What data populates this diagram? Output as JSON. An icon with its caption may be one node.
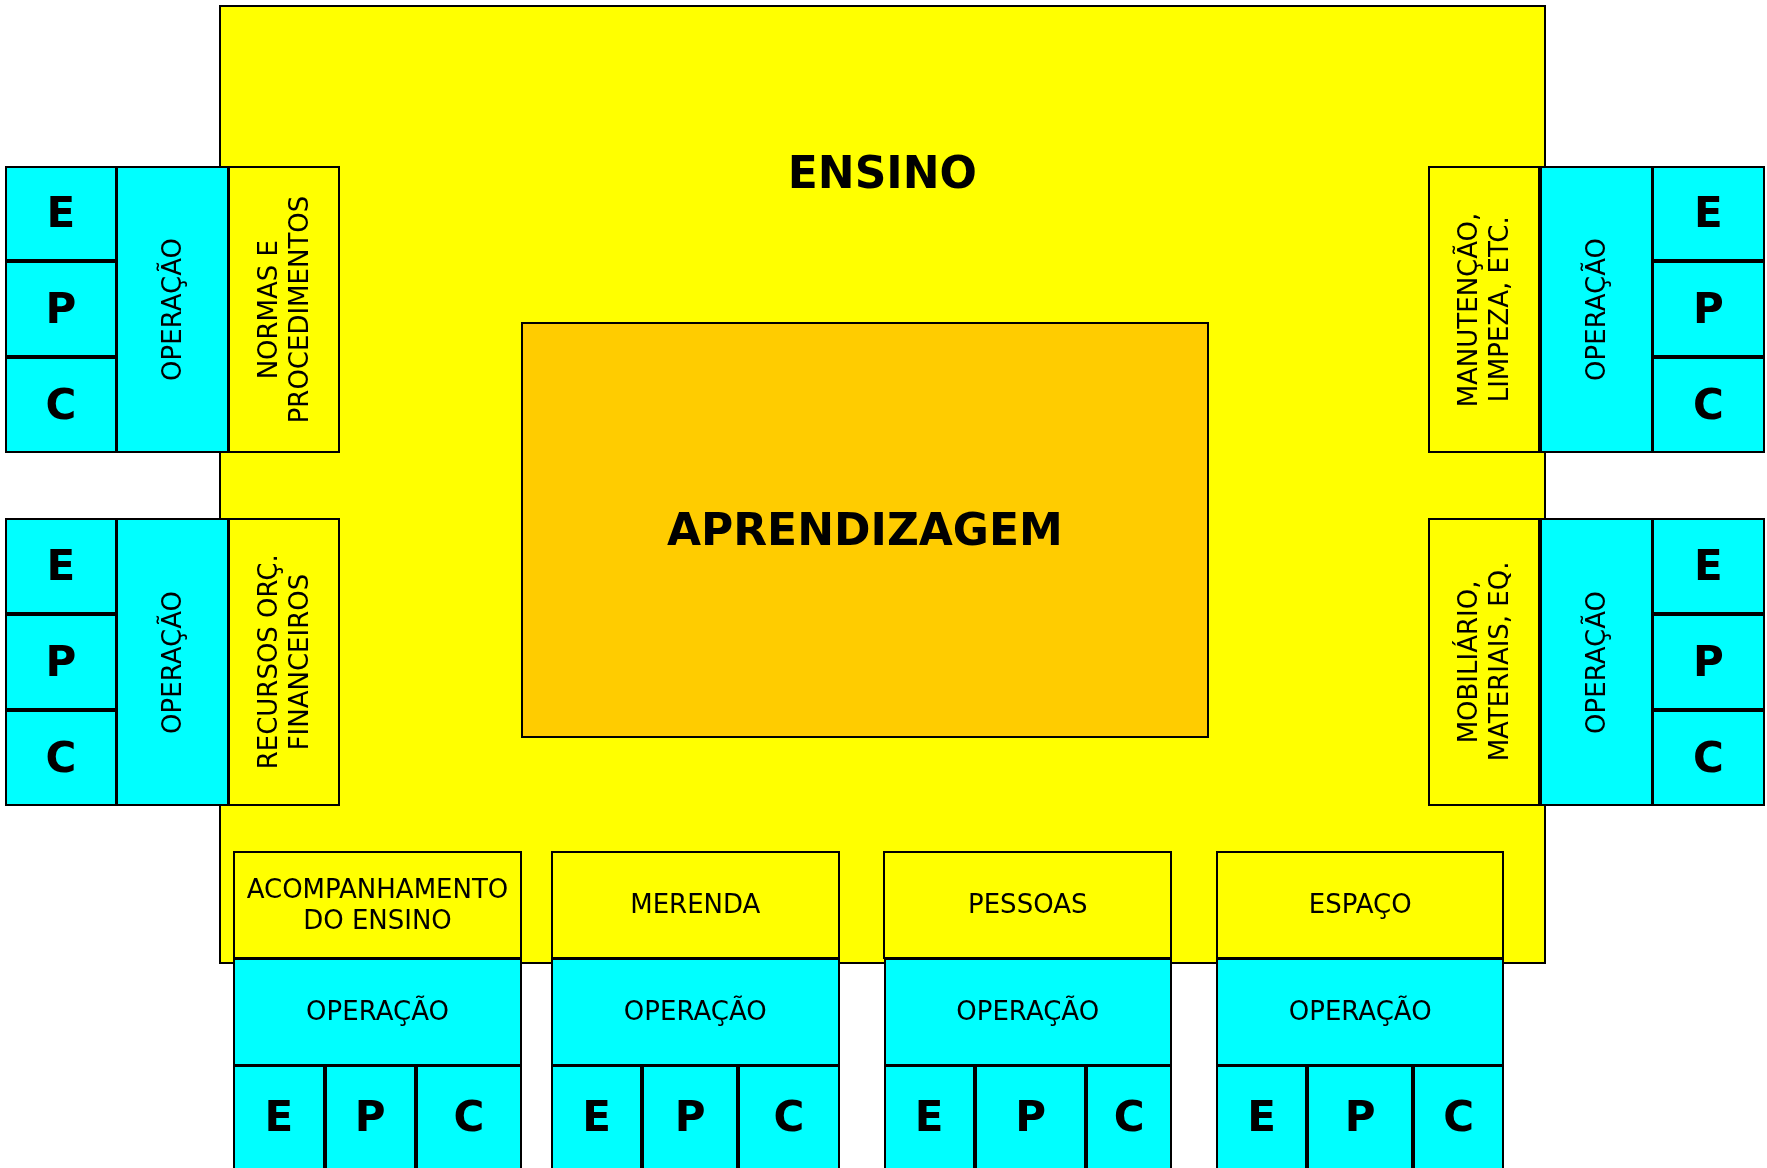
{
  "diagram": {
    "nodes": [
      {
        "text": [
          "ENSINO"
        ]
      },
      {
        "text": [
          "APRENDIZAGEM"
        ],
        "in": 0
      },
      {
        "text": [
          "NORMAS E PROCEDIMENTOS"
        ],
        "in": 0
      },
      {
        "text": [
          "OPERAÇÃO"
        ]
      },
      {
        "text": [
          "E"
        ]
      },
      {
        "text": [
          "P"
        ]
      },
      {
        "text": [
          "C"
        ]
      },
      {
        "text": [
          "MANUTENÇÃO, LIMPEZA, ETC."
        ],
        "in": 0
      },
      {
        "text": [
          "OPERAÇÃO"
        ]
      },
      {
        "text": [
          "E"
        ]
      },
      {
        "text": [
          "P"
        ]
      },
      {
        "text": [
          "C"
        ]
      },
      {
        "text": [
          "RECURSOS ORÇ. FINANCEIROS"
        ],
        "in": 0
      },
      {
        "text": [
          "OPERAÇÃO"
        ]
      },
      {
        "text": [
          "E"
        ]
      },
      {
        "text": [
          "P"
        ]
      },
      {
        "text": [
          "C"
        ]
      },
      {
        "text": [
          "MOBILIÁRIO, MATERIAIS, EQ."
        ],
        "in": 0
      },
      {
        "text": [
          "OPERAÇÃO"
        ]
      },
      {
        "text": [
          "E"
        ]
      },
      {
        "text": [
          "P"
        ]
      },
      {
        "text": [
          "C"
        ]
      },
      {
        "text": [
          "ACOMPANHAMENTO DO ENSINO"
        ],
        "in": 0
      },
      {
        "text": [
          "OPERAÇÃO"
        ]
      },
      {
        "text": [
          "E"
        ]
      },
      {
        "text": [
          "P"
        ]
      },
      {
        "text": [
          "C"
        ]
      },
      {
        "text": [
          "MERENDA"
        ],
        "in": 0
      },
      {
        "text": [
          "OPERAÇÃO"
        ]
      },
      {
        "text": [
          "E"
        ]
      },
      {
        "text": [
          "P"
        ]
      },
      {
        "text": [
          "C"
        ]
      },
      {
        "text": [
          "PESSOAS"
        ],
        "in": 0
      },
      {
        "text": [
          "OPERAÇÃO"
        ]
      },
      {
        "text": [
          "E"
        ]
      },
      {
        "text": [
          "P"
        ]
      },
      {
        "text": [
          "C"
        ]
      },
      {
        "text": [
          "ESPAÇO"
        ],
        "in": 0
      },
      {
        "text": [
          "OPERAÇÃO"
        ]
      },
      {
        "text": [
          "E"
        ]
      },
      {
        "text": [
          "P"
        ]
      },
      {
        "text": [
          "C"
        ]
      }
    ]
  }
}
